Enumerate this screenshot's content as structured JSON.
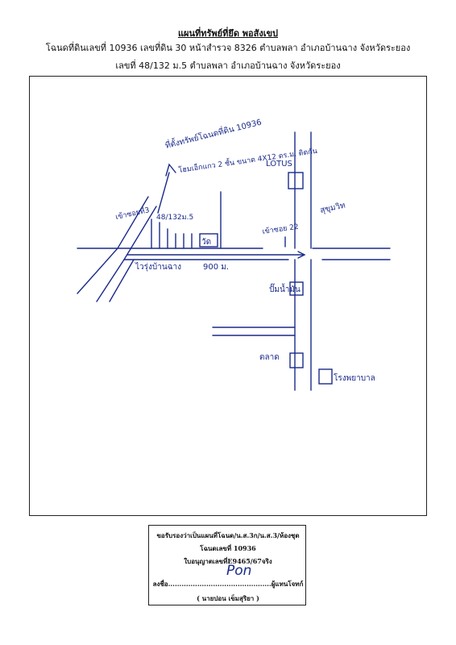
{
  "header": {
    "title": "แผนที่ทรัพย์ที่ยึด พอสังเขป",
    "line1": "โฉนดที่ดินเลขที่ 10936 เลขที่ดิน 30 หน้าสำรวจ 8326 ตำบลพลา   อำเภอบ้านฉาง จังหวัดระยอง",
    "line2": "เลขที่ 48/132 ม.5  ตำบลพลา   อำเภอบ้านฉาง  จังหวัดระยอง"
  },
  "map": {
    "property_note_1": "ที่ตั้งทรัพย์โฉนดที่ดิน 10936",
    "property_note_2": "โฮมเอ็กแกว 2 ชั้น ขนาด 4X12 ตร.ม. ติดกัน",
    "house_number": "48/132ม.5",
    "alley_3": "เข้าซอยที่3",
    "temple": "วัด",
    "lotus": "LOTUS",
    "sukhumvit": "สุขุมวิท",
    "entrance_sign": "เข้าซอย 22",
    "main_road": "ไวรุ่งบ้านฉาง",
    "distance": "900 ม.",
    "gas_station": "ปั๊มน้ำมัน",
    "market": "ตลาด",
    "hospital": "โรงพยาบาล"
  },
  "certification": {
    "line1": "ขอรับรองว่าเป็นแผนที่โฉนด/น.ส.3ก/น.ส.3/ห้องชุด",
    "line2": "โฉนดเลขที่ 10936",
    "line3": "ใบอนุญาตเลขที่E9465/67จริง",
    "sign_prefix": "ลงชื่อ",
    "sign_dots": "..............................................",
    "sign_suffix": "ผู้แทนโจทก์",
    "signature": "Pon",
    "name": "( นายปอน เข็มสุริยา )"
  }
}
